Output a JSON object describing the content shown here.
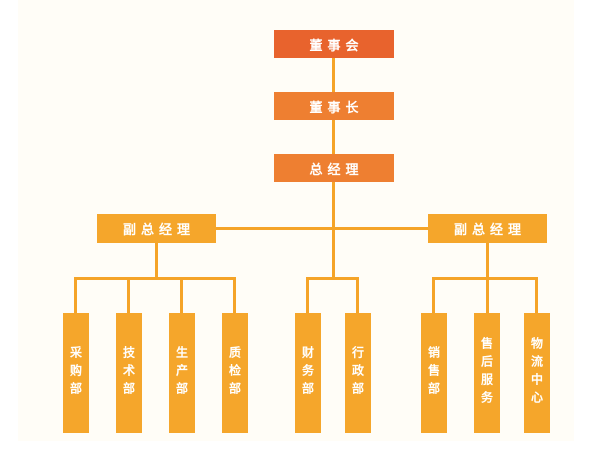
{
  "palette": {
    "level1_board": "#e8632d",
    "level2_management": "#ee7f31",
    "level3_departments": "#f5a62b",
    "connector_line": "#f5a428",
    "node_text": "#ffffff",
    "canvas_background": "#fffdf7",
    "page_background": "#ffffff"
  },
  "org": {
    "type": "organization-chart",
    "nodes": [
      {
        "id": "board",
        "label": "董事会",
        "level": 1
      },
      {
        "id": "chairman",
        "label": "董事长",
        "level": 2
      },
      {
        "id": "general-manager",
        "label": "总经理",
        "level": 2
      },
      {
        "id": "deputy-gm-left",
        "label": "副总经理",
        "level": 3
      },
      {
        "id": "deputy-gm-right",
        "label": "副总经理",
        "level": 3
      },
      {
        "id": "purchasing-dept",
        "label": "采购部",
        "level": 4
      },
      {
        "id": "technology-dept",
        "label": "技术部",
        "level": 4
      },
      {
        "id": "production-dept",
        "label": "生产部",
        "level": 4
      },
      {
        "id": "quality-dept",
        "label": "质检部",
        "level": 4
      },
      {
        "id": "finance-dept",
        "label": "财务部",
        "level": 4
      },
      {
        "id": "admin-dept",
        "label": "行政部",
        "level": 4
      },
      {
        "id": "sales-dept",
        "label": "销售部",
        "level": 4
      },
      {
        "id": "after-sales-service",
        "label": "售后服务",
        "level": 4
      },
      {
        "id": "logistics-center",
        "label": "物流中心",
        "level": 4
      }
    ],
    "edges": [
      [
        "board",
        "chairman"
      ],
      [
        "chairman",
        "general-manager"
      ],
      [
        "general-manager",
        "deputy-gm-left"
      ],
      [
        "general-manager",
        "deputy-gm-right"
      ],
      [
        "general-manager",
        "finance-dept"
      ],
      [
        "general-manager",
        "admin-dept"
      ],
      [
        "deputy-gm-left",
        "purchasing-dept"
      ],
      [
        "deputy-gm-left",
        "technology-dept"
      ],
      [
        "deputy-gm-left",
        "production-dept"
      ],
      [
        "deputy-gm-left",
        "quality-dept"
      ],
      [
        "deputy-gm-right",
        "sales-dept"
      ],
      [
        "deputy-gm-right",
        "after-sales-service"
      ],
      [
        "deputy-gm-right",
        "logistics-center"
      ]
    ]
  }
}
